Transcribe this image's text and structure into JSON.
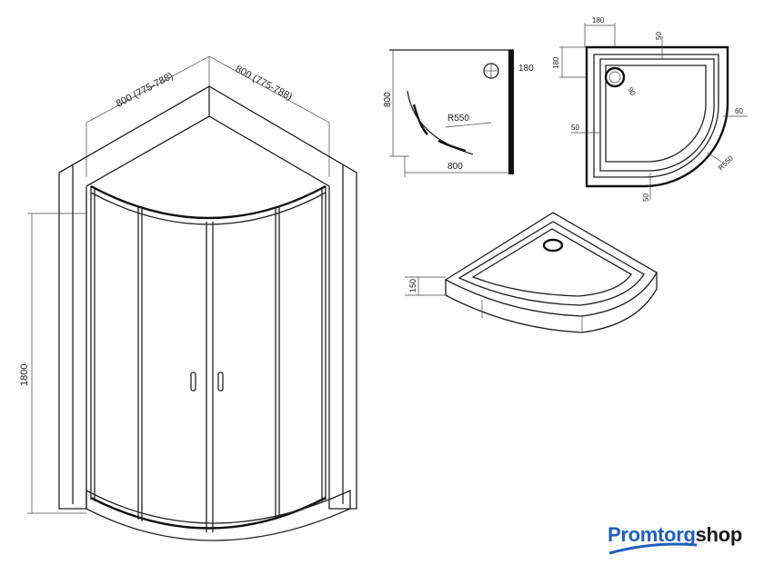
{
  "enclosure_view": {
    "width_left_label": "800 (775-788)",
    "width_right_label": "800 (775-788)",
    "height_label": "1800"
  },
  "plan_view": {
    "side_label": "800",
    "bottom_label": "800",
    "drain_offset_label": "180",
    "radius_label": "R550"
  },
  "tray_plan": {
    "drain_x_label": "180",
    "drain_y_label": "180",
    "top_rim_label": "50",
    "left_rim_label": "50",
    "drain_diameter_label": "90",
    "right_rim_label": "60",
    "radius_label": "R550",
    "bottom_rim_label": "50"
  },
  "tray_iso": {
    "height_label": "150"
  },
  "logo": {
    "part1": "Promtorg",
    "part2": "shop",
    "accent_color": "#1f5fbf"
  }
}
